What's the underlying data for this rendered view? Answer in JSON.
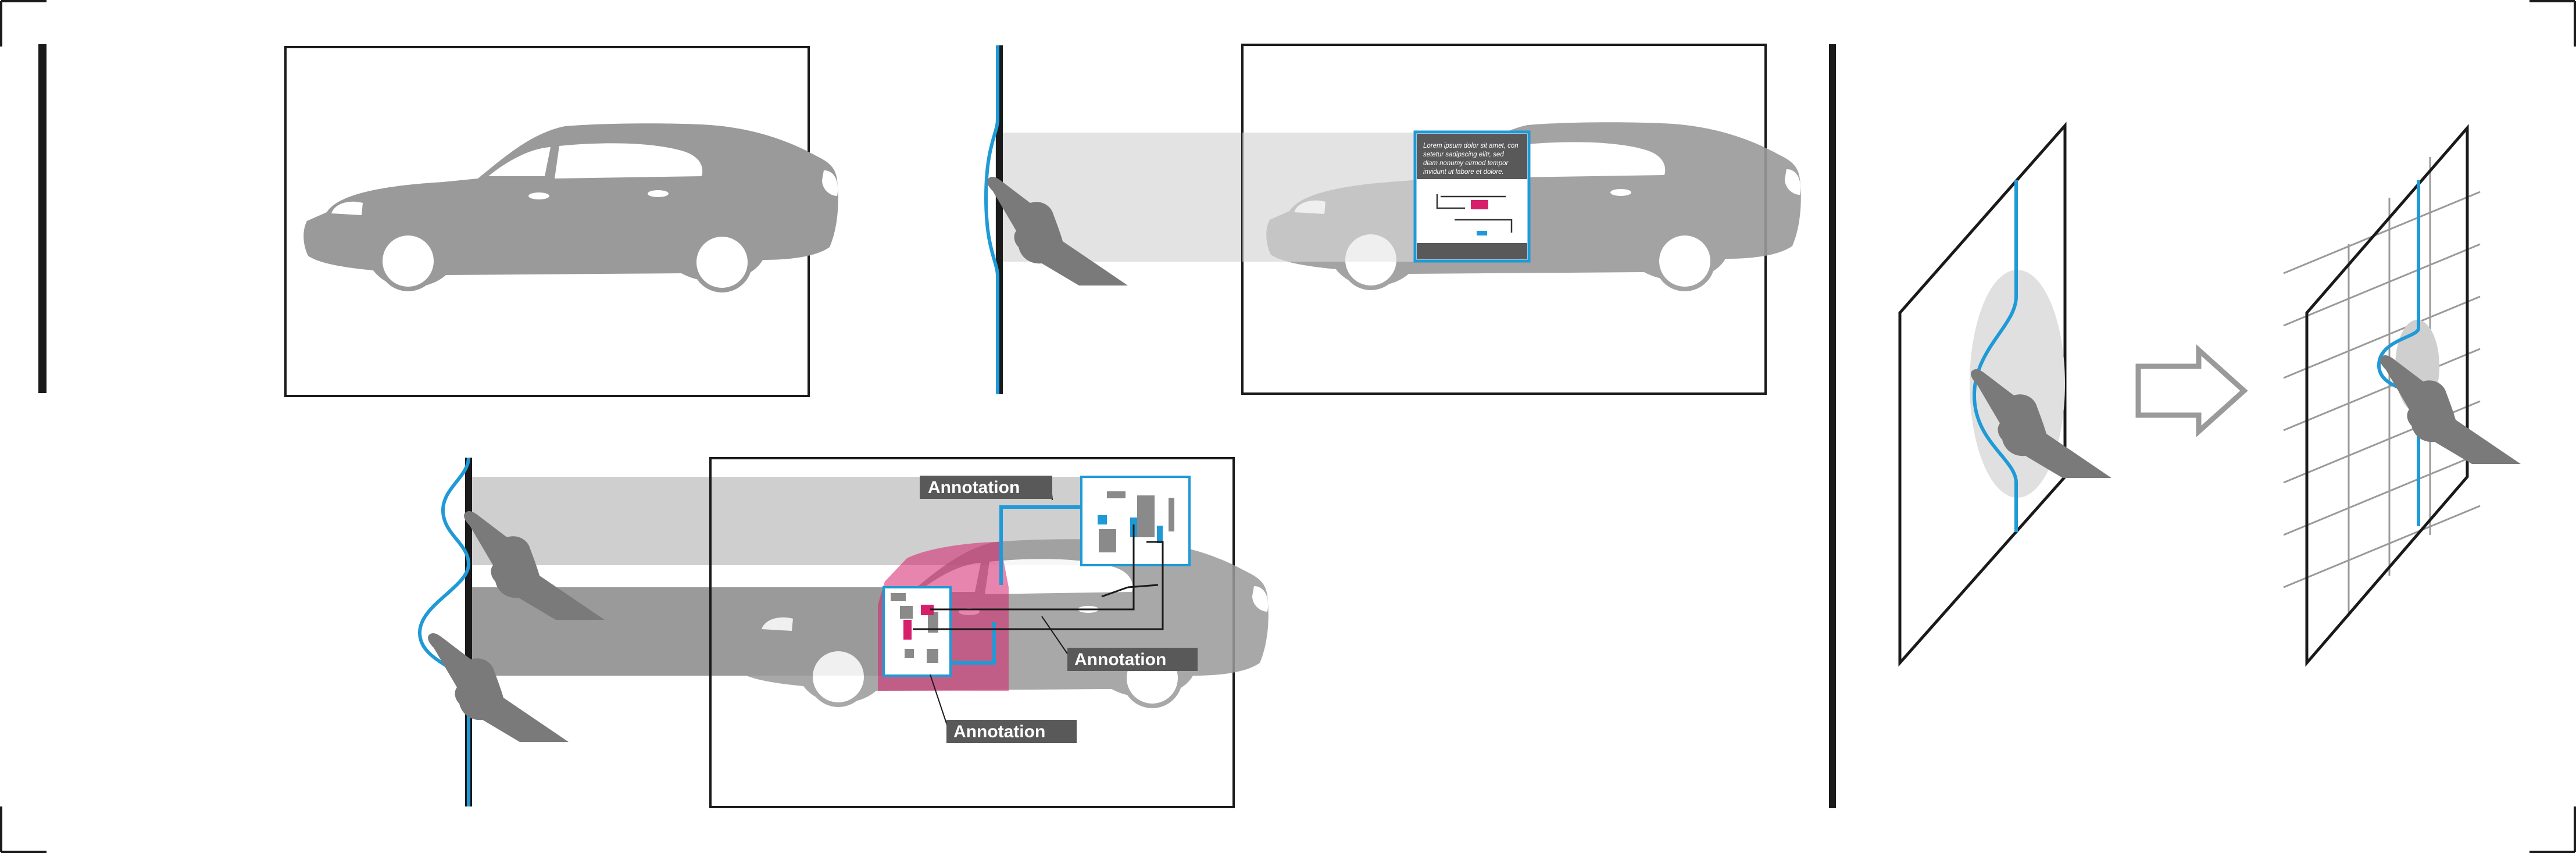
{
  "annotations": {
    "label_top": "Annotation",
    "label_right": "Annotation",
    "label_bottom": "Annotation"
  },
  "popup": {
    "line1": "Lorem ipsum dolor sit amet, con",
    "line2": "setetur sadipscing elitr, sed",
    "line3": "diam nonumy eirmod tempor",
    "line4": "invidunt ut labore et dolore."
  },
  "colors": {
    "car": "#9a9a9a",
    "highlight_blue": "#1f9ad6",
    "highlight_magenta": "#d6206b",
    "label_bg": "#595959",
    "frame": "#1a1a1a",
    "projection": "#cfcfcf"
  }
}
